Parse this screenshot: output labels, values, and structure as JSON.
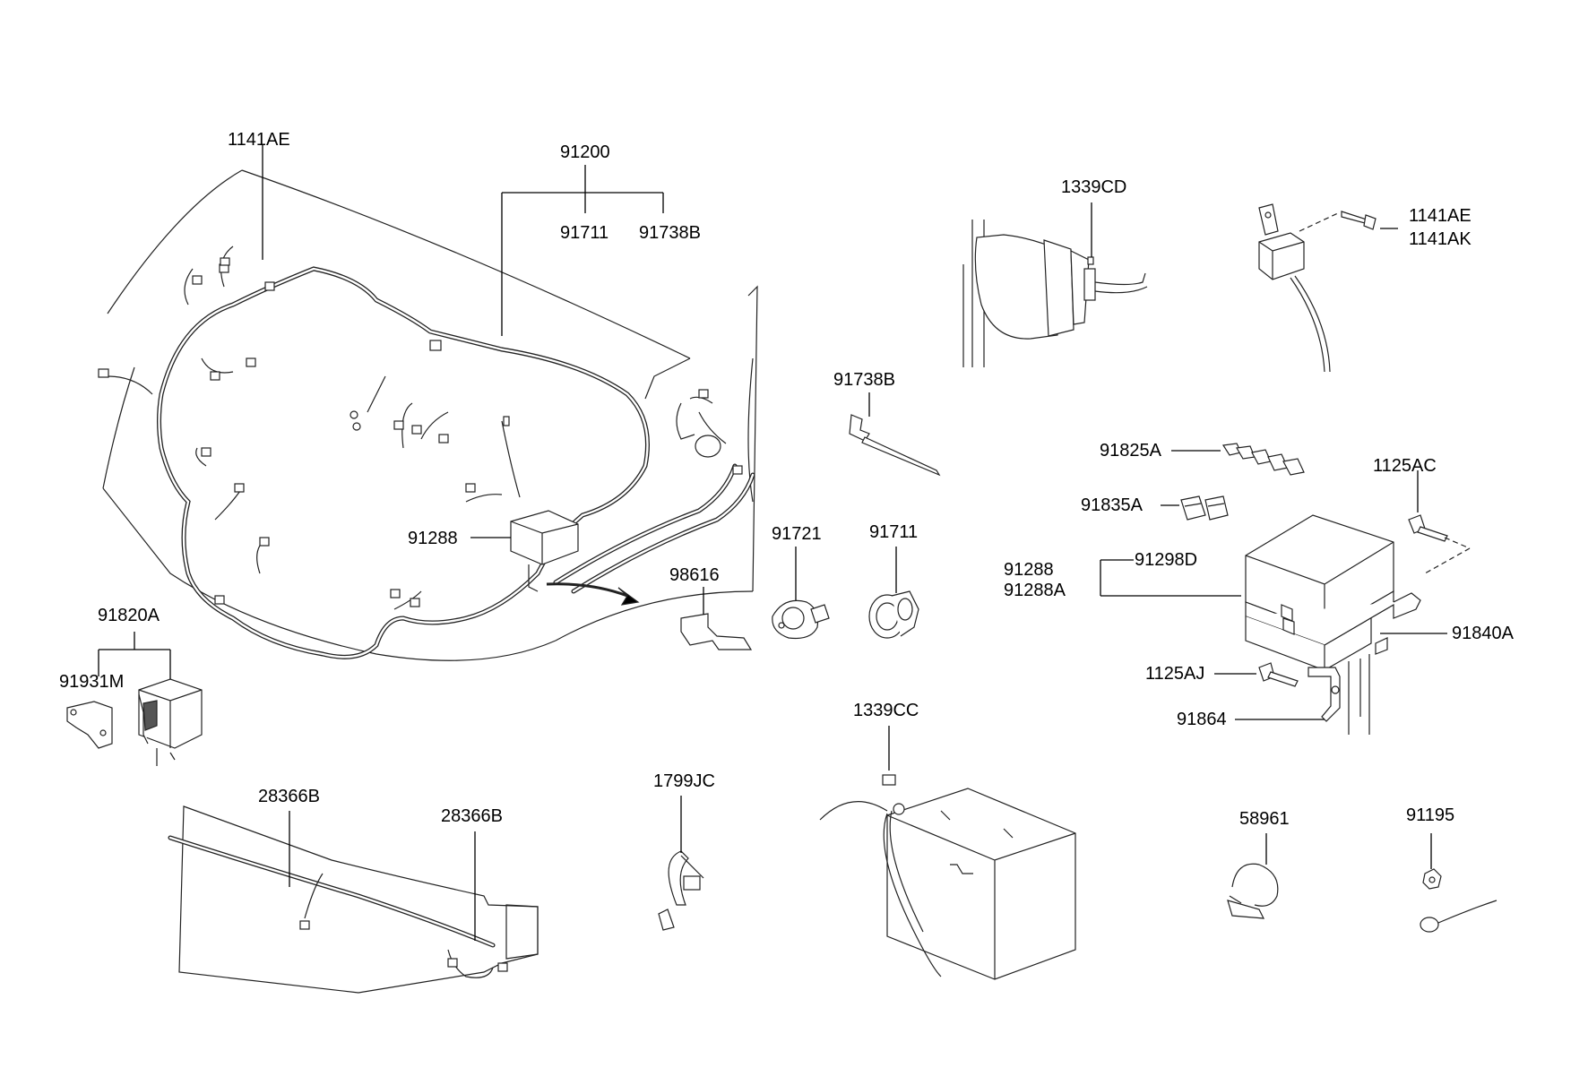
{
  "diagram": {
    "labels": {
      "l1141AE_top": "1141AE",
      "l91200": "91200",
      "l91711_top": "91711",
      "l91738B_top": "91738B",
      "l1339CD": "1339CD",
      "l1141AE_right": "1141AE",
      "l1141AK": "1141AK",
      "l91738B_mid": "91738B",
      "l91825A": "91825A",
      "l1125AC": "1125AC",
      "l91835A": "91835A",
      "l91288_main": "91288",
      "l98616": "98616",
      "l91721": "91721",
      "l91711_mid": "91711",
      "l91288_right": "91288",
      "l91288A": "91288A",
      "l91298D": "91298D",
      "l91840A": "91840A",
      "l91820A": "91820A",
      "l91931M": "91931M",
      "l1125AJ": "1125AJ",
      "l91864": "91864",
      "l1339CC": "1339CC",
      "l28366B_left": "28366B",
      "l28366B_right": "28366B",
      "l1799JC": "1799JC",
      "l58961": "58961",
      "l91195": "91195"
    }
  }
}
